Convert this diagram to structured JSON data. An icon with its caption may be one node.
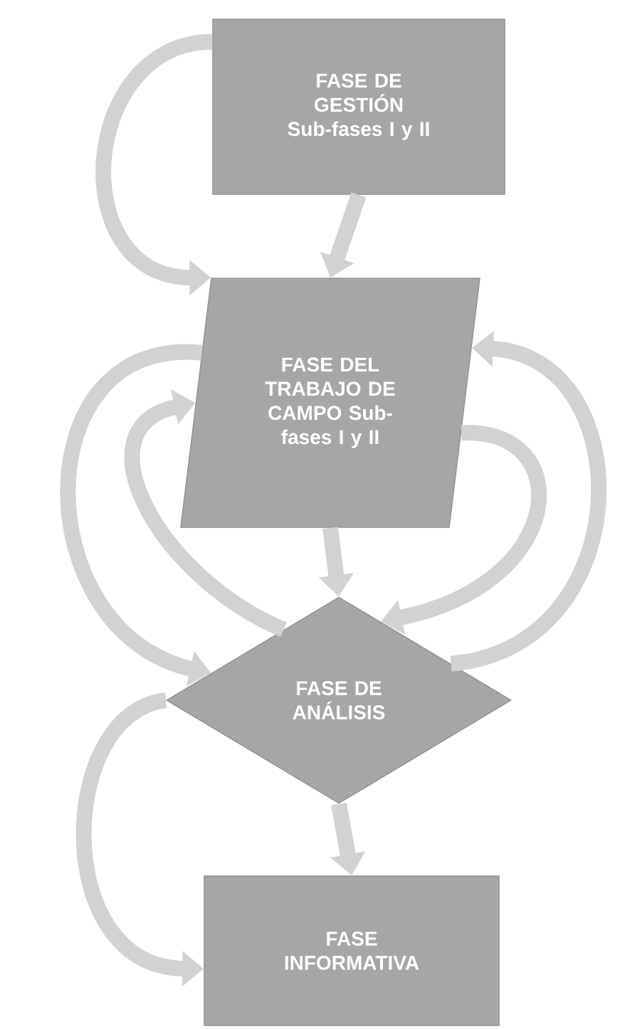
{
  "diagram": {
    "nodes": [
      {
        "text": [
          "FASE DE GESTIÓN Sub-fases I y II"
        ]
      },
      {
        "text": [
          "FASE DEL TRABAJO DE CAMPO Sub-fases I y II"
        ]
      },
      {
        "text": [
          "FASE DE ANÁLISIS"
        ]
      },
      {
        "text": [
          "FASE INFORMATIVA"
        ]
      }
    ],
    "edges": [
      {
        "from": 0,
        "to": 1,
        "arrow": "to"
      },
      {
        "from": 0,
        "to": 1,
        "arrow": "to"
      },
      {
        "from": 1,
        "to": 2,
        "arrow": "to"
      },
      {
        "from": 1,
        "to": 2,
        "arrow": "to"
      },
      {
        "from": 2,
        "to": 1,
        "arrow": "to"
      },
      {
        "from": 1,
        "to": 2,
        "arrow": "to"
      },
      {
        "from": 2,
        "to": 1,
        "arrow": "to"
      },
      {
        "from": 2,
        "to": 3,
        "arrow": "to"
      },
      {
        "from": 2,
        "to": 3,
        "arrow": "to"
      }
    ]
  }
}
